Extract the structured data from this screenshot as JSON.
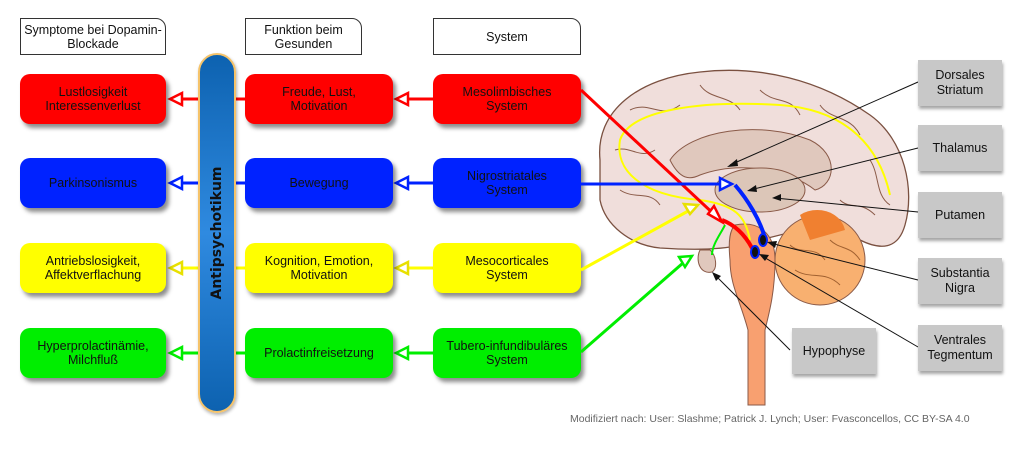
{
  "headers": {
    "symptoms": "Symptome bei Dopamin-Blockade",
    "function": "Funktion beim Gesunden",
    "system": "System"
  },
  "rows": [
    {
      "color": "red",
      "symptom": "Lustlosigkeit\nInteressenverlust",
      "function": "Freude, Lust,\nMotivation",
      "system": "Mesolimbisches\nSystem"
    },
    {
      "color": "blue",
      "symptom": "Parkinsonismus",
      "function": "Bewegung",
      "system": "Nigrostriatales\nSystem"
    },
    {
      "color": "yellow",
      "symptom": "Antriebslosigkeit,\nAffektverflachung",
      "function": "Kognition, Emotion,\nMotivation",
      "system": "Mesocorticales\nSystem"
    },
    {
      "color": "green",
      "symptom": "Hyperprolactinämie,\nMilchfluß",
      "function": "Prolactinfreisetzung",
      "system": "Tubero-infundibuläres\nSystem"
    }
  ],
  "drug": {
    "label": "Antipsychotikum"
  },
  "brain_labels": {
    "dorsal_striatum": "Dorsales\nStriatum",
    "thalamus": "Thalamus",
    "putamen": "Putamen",
    "substantia_nigra": "Substantia\nNigra",
    "ventral_tegmentum": "Ventrales\nTegmentum",
    "hypophysis": "Hypophyse"
  },
  "colors": {
    "red": "#ff0000",
    "blue": "#0022ff",
    "yellow": "#ffff00",
    "green": "#00ee00",
    "pill": "#1e74c8",
    "label_gray": "#c8c8c8",
    "brain_cortex": "#f0dedb",
    "brainstem": "#f8a070",
    "cerebellum": "#f8b070"
  },
  "credit": "Modifiziert nach: User: Slashme; Patrick J. Lynch; User: Fvasconcellos, CC BY-SA 4.0"
}
